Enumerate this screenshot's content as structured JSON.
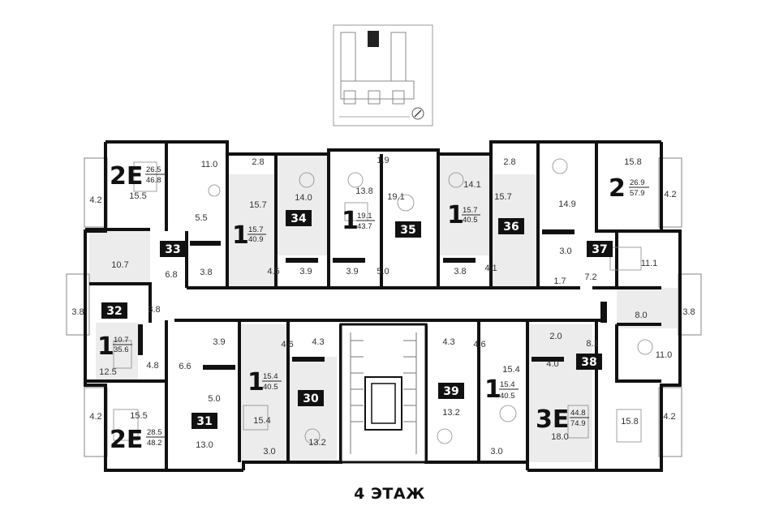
{
  "floor_title": "4 ЭТАЖ",
  "apartments": [
    {
      "id": "33",
      "type": "2E",
      "living": "26.5",
      "total": "46.8"
    },
    {
      "id": "34",
      "type": "1",
      "living": "15.7",
      "total": "40.9"
    },
    {
      "id": "35",
      "type": "1",
      "living": "19.1",
      "total": "43.7"
    },
    {
      "id": "36",
      "type": "1",
      "living": "15.7",
      "total": "40.5"
    },
    {
      "id": "37",
      "type": "2",
      "living": "26.9",
      "total": "57.9"
    },
    {
      "id": "32",
      "type": "1",
      "living": "10.7",
      "total": "35.6"
    },
    {
      "id": "31",
      "type": "2E",
      "living": "28.5",
      "total": "48.2"
    },
    {
      "id": "30",
      "type": "1",
      "living": "15.4",
      "total": "40.5"
    },
    {
      "id": "39",
      "type": "1",
      "living": "15.4",
      "total": "40.5"
    },
    {
      "id": "38",
      "type": "3E",
      "living": "44.8",
      "total": "74.9"
    }
  ],
  "room_areas": [
    "11.0",
    "15.5",
    "4.2",
    "5.5",
    "3.8",
    "6.8",
    "2.8",
    "15.7",
    "14.0",
    "4.5",
    "3.9",
    "13.8",
    "3.9",
    "5.0",
    "1.9",
    "19.1",
    "14.1",
    "3.8",
    "4.1",
    "2.8",
    "15.7",
    "14.9",
    "3.0",
    "1.7",
    "7.2",
    "15.8",
    "4.2",
    "11.1",
    "10.7",
    "3.8",
    "3.8",
    "12.5",
    "4.8",
    "6.6",
    "3.9",
    "5.0",
    "13.0",
    "15.5",
    "4.2",
    "4.6",
    "4.3",
    "15.4",
    "3.0",
    "13.2",
    "4.3",
    "4.6",
    "13.2",
    "15.4",
    "3.0",
    "2.0",
    "4.0",
    "8.0",
    "3.8",
    "8.1",
    "11.0",
    "18.0",
    "15.8",
    "4.2"
  ]
}
